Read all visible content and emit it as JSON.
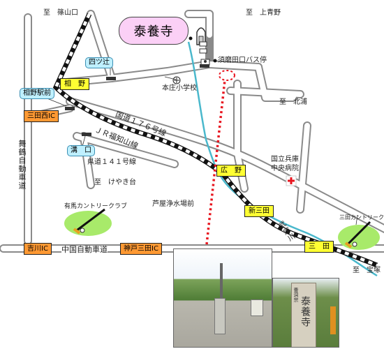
{
  "title": "泰養寺",
  "destinations": {
    "sasayamaguchi": "至　篠山口",
    "kamiaono": "至　上青野",
    "kitaura": "至　北浦",
    "keyakidai": "至　けやき台",
    "takarazuka": "至　宝塚"
  },
  "roads": {
    "national176": "国道１７６号線",
    "jr_fukuchiyama": "ＪＲ福知山線",
    "pref141": "県道１４１号線",
    "chugoku_expressway": "中国自動車道",
    "maizuru_expressway": "舞鶴自動車道"
  },
  "stations": {
    "aino": "相　野",
    "hirono": "広　野",
    "shinsanda": "新三田",
    "sanda": "三　田"
  },
  "interchanges": {
    "sanda_nishi": "三田西IC",
    "yoshikawa": "吉川IC",
    "kobe_sanda": "神戸三田IC"
  },
  "intersections": {
    "yotsutsuji": "四ツ辻",
    "aino_ekimae": "相野駅前",
    "mizoguchi": "溝　口"
  },
  "landmarks": {
    "bus_stop": "須磨田口バス停",
    "school": "本庄小学校",
    "hospital_line1": "国立兵庫",
    "hospital_line2": "中央病院",
    "water_plant": "芦屋浄水場前",
    "arima_cc": "有馬カントリークラブ",
    "sanda_cc": "三田カントリークラブ",
    "river": "武庫川"
  },
  "photo_sign": {
    "small": "曹洞宗",
    "big": "泰養寺"
  },
  "colors": {
    "road": "#8a8a8a",
    "river": "#4ab8cc",
    "station_box": "#ffff33",
    "ic_box": "#ff9933",
    "intersection_box": "#bff0ff",
    "golf": "#a8ea6a",
    "route": "#e8141e",
    "title_bg": "#fbd0f6"
  },
  "icons": {
    "temple": "temple-icon",
    "school": "school-icon",
    "hospital": "hospital-cross-icon",
    "golf": "golf-club-icon",
    "route": "dotted-route-arrow"
  }
}
